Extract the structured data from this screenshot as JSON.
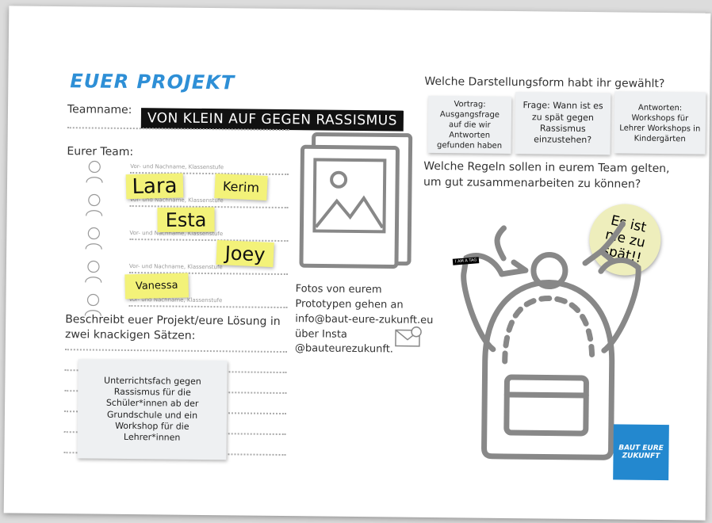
{
  "title": "EUER PROJEKT",
  "teamname_label": "Teamname:",
  "teamname": "VON KLEIN AUF GEGEN RASSISMUS",
  "team_label": "Eurer Team:",
  "line_label": "Vor- und Nachname, Klassenstufe",
  "members": [
    "Lara",
    "Kerim",
    "Esta",
    "Joey",
    "Vanessa"
  ],
  "describe_label": "Beschreibt euer Projekt/eure Lösung in zwei knackigen Sätzen:",
  "description": "Unterrichtsfach gegen Rassismus für die Schüler*innen ab der Grundschule und ein Workshop für die Lehrer*innen",
  "photo_text": [
    "Fotos von eurem",
    "Prototypen gehen an",
    "info@baut-eure-zukunft.eu",
    "über Insta",
    "@bauteurezukunft."
  ],
  "form_question": "Welche Darstellungsform habt ihr gewählt?",
  "form_cards": [
    "Vortrag: Ausgangsfrage auf die wir Antworten gefunden haben",
    "Frage: Wann ist es zu spät gegen Rassismus einzustehen?",
    "Antworten: Workshops für Lehrer Workshops in Kindergärten"
  ],
  "rules_question": [
    "Welche Regeln sollen in eurem Team gelten,",
    "um gut zusammenarbeiten zu können?"
  ],
  "bubble": "Es ist nie zu spät!!",
  "tag": "I AM A TAG",
  "logo": "BAUT EURE ZUKUNFT",
  "colors": {
    "brand": "#2e8fd6",
    "note": "#f3f279",
    "bubble": "#eeeebc"
  }
}
